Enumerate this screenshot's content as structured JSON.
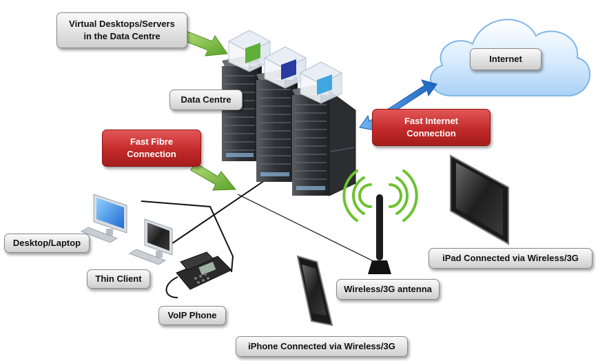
{
  "labels": {
    "virtual_desktops_line1": "Virtual Desktops/Servers",
    "virtual_desktops_line2": "in the Data Centre",
    "data_centre": "Data Centre",
    "internet": "Internet",
    "fast_internet_line1": "Fast Internet",
    "fast_internet_line2": "Connection",
    "fast_fibre_line1": "Fast Fibre",
    "fast_fibre_line2": "Connection",
    "desktop_laptop": "Desktop/Laptop",
    "thin_client": "Thin Client",
    "voip_phone": "VoIP Phone",
    "wireless_antenna": "Wireless/3G antenna",
    "ipad": "iPad Connected  via Wireless/3G",
    "iphone": "iPhone Connected  via Wireless/3G"
  },
  "icons": {
    "cloud": "cloud-icon",
    "server_rack": "server-rack-icon",
    "monitor": "monitor-icon",
    "phone": "phone-icon",
    "antenna": "antenna-icon",
    "tablet": "tablet-icon",
    "smartphone": "smartphone-icon"
  },
  "colors": {
    "green_arrow": "#7cc43c",
    "blue_arrow": "#2f80d8",
    "red_label": "#c32a2a",
    "cloud": "#cfe6fb",
    "rack": "#3c3f44"
  }
}
